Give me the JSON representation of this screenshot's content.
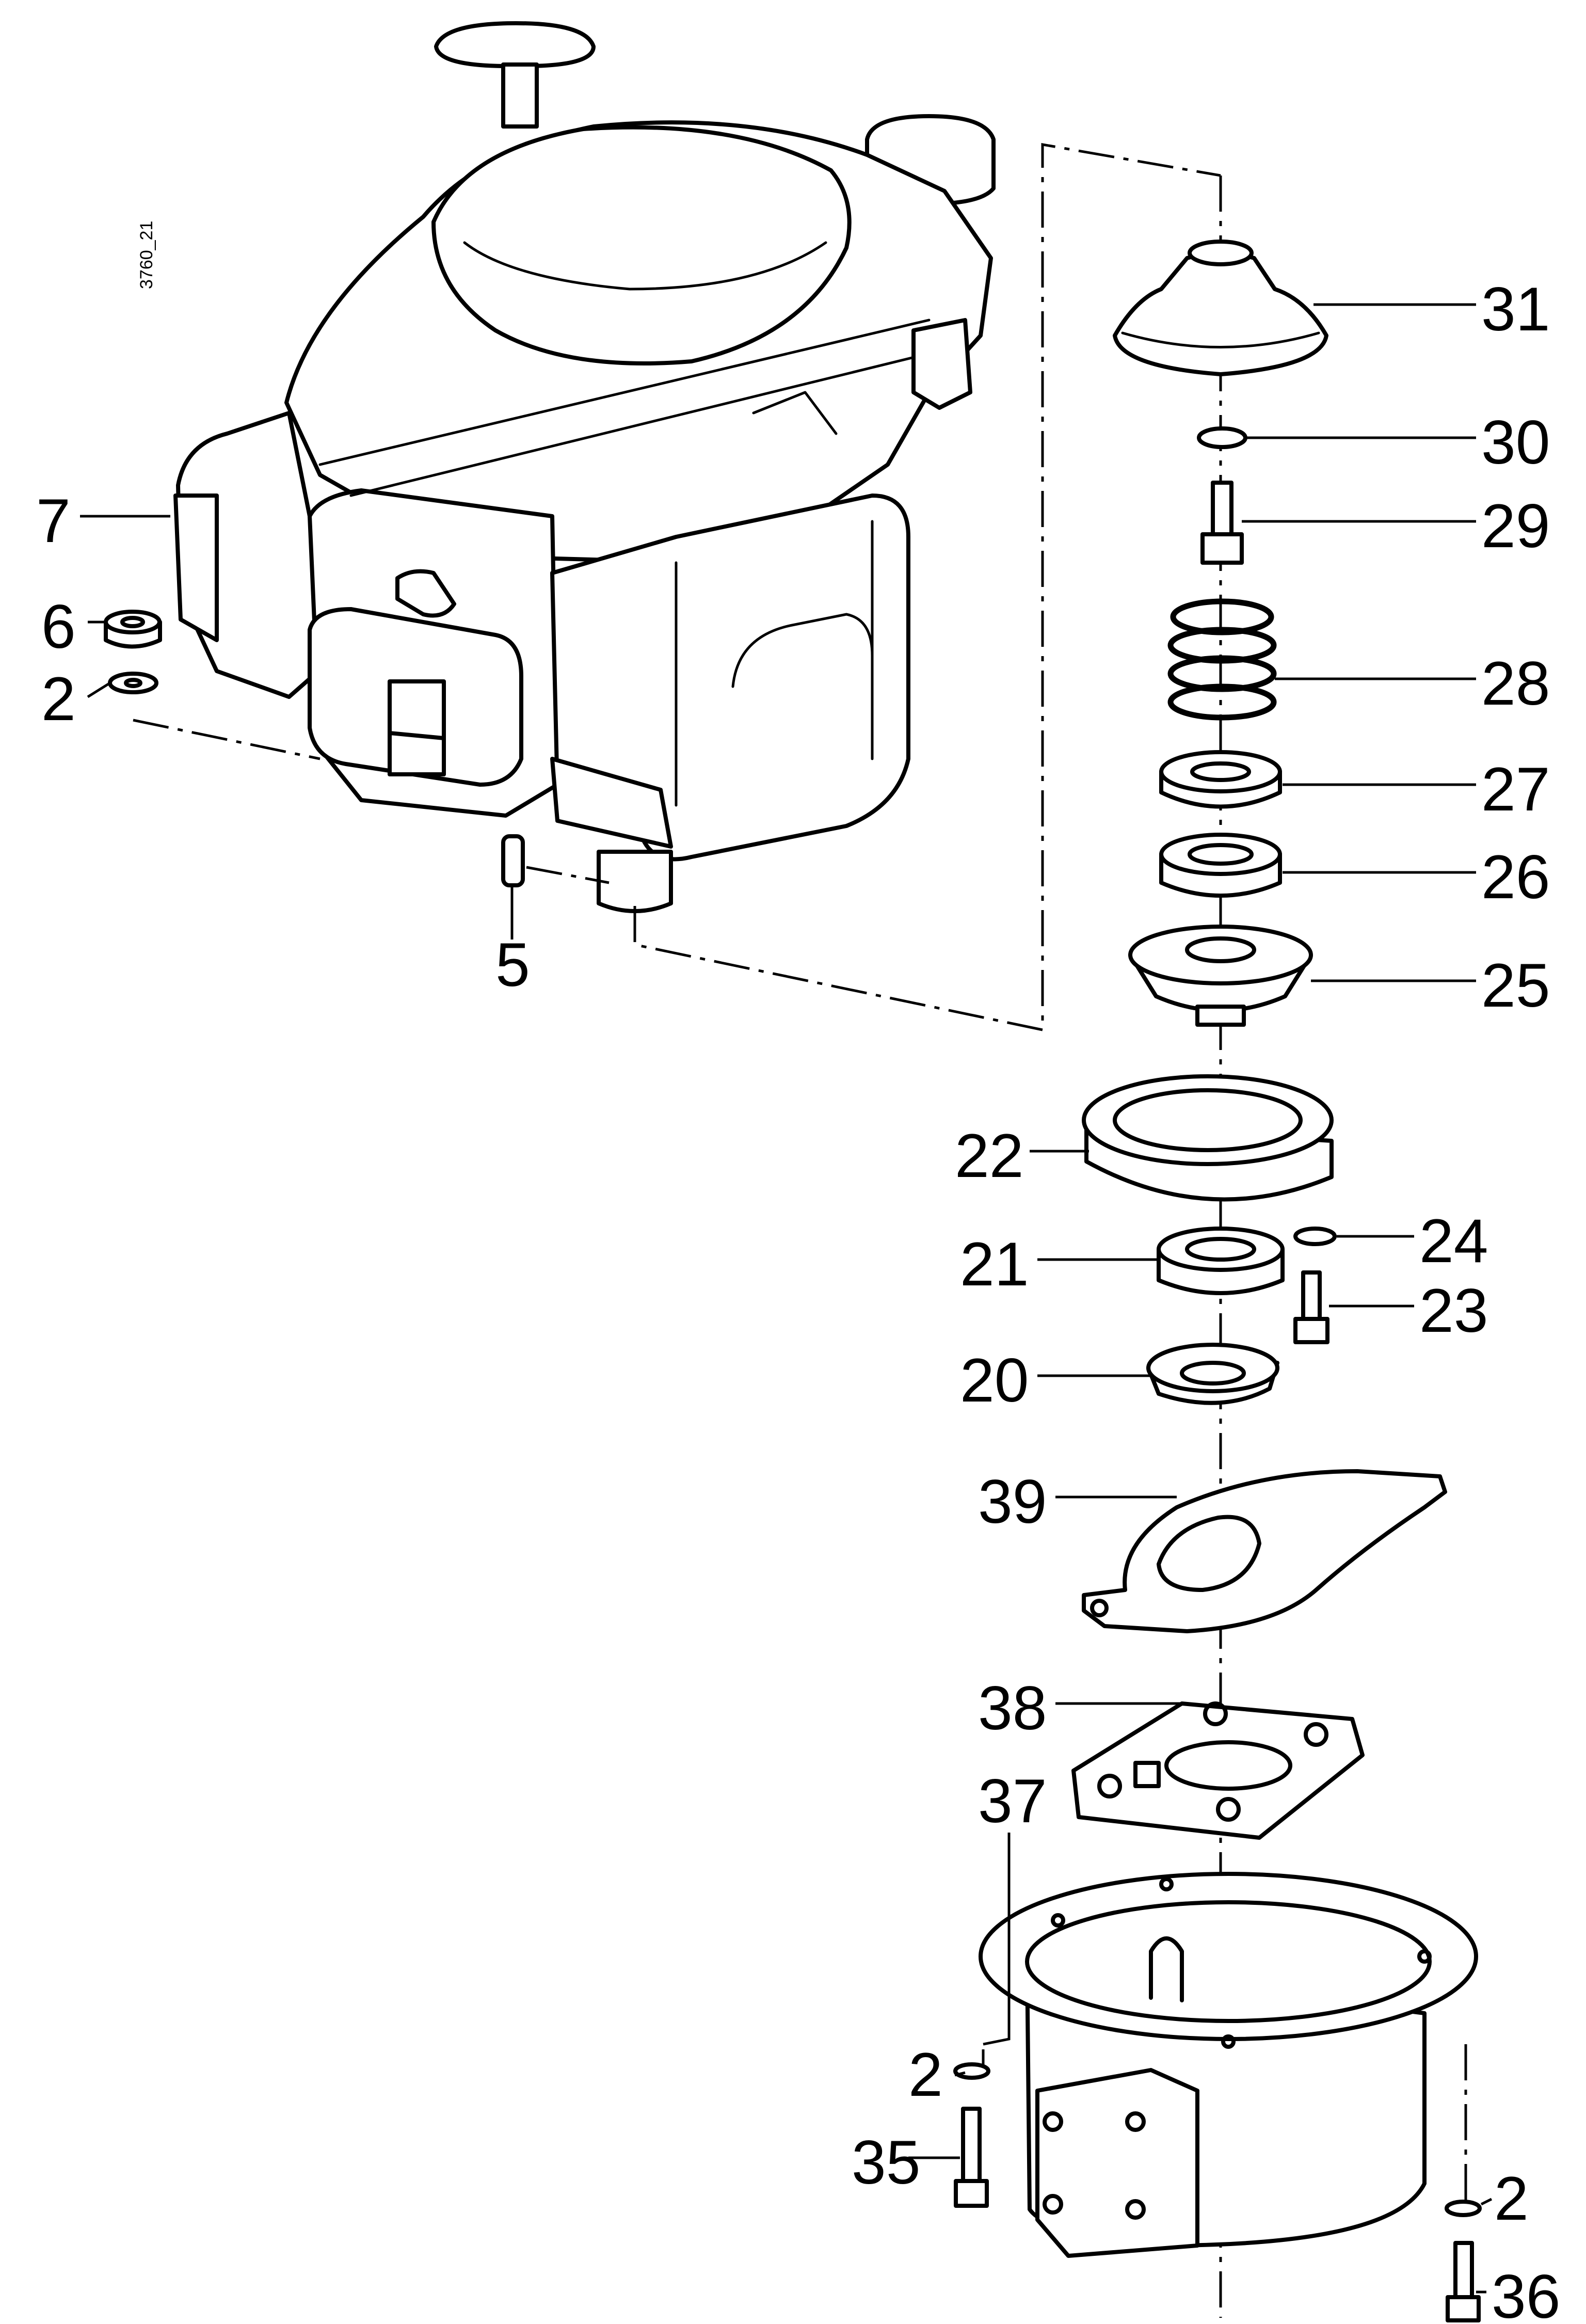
{
  "figure_code": "3760_21",
  "callouts": {
    "c31": "31",
    "c30": "30",
    "c29": "29",
    "c28": "28",
    "c27": "27",
    "c26": "26",
    "c25": "25",
    "c22": "22",
    "c24": "24",
    "c21": "21",
    "c23": "23",
    "c20": "20",
    "c39": "39",
    "c38": "38",
    "c37": "37",
    "c2a": "2",
    "c35": "35",
    "c2b": "2",
    "c36": "36",
    "c7": "7",
    "c6": "6",
    "c2c": "2",
    "c5": "5"
  }
}
